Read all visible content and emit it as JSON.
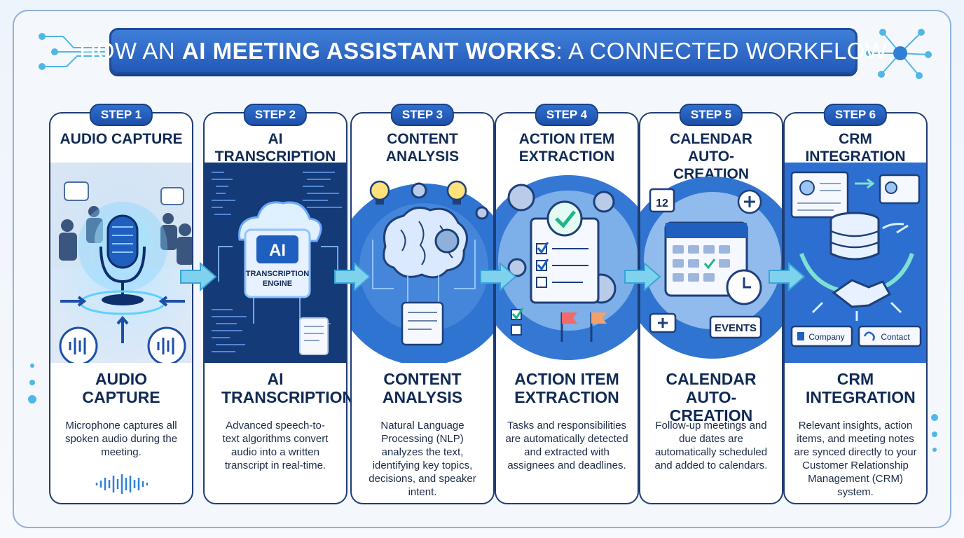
{
  "title": {
    "prefix": "HOW AN ",
    "emphasis": "AI MEETING ASSISTANT WORKS",
    "suffix": ": A CONNECTED WORKFLOW"
  },
  "colors": {
    "primary": "#2358b8",
    "dark": "#102a55",
    "accent": "#4fc3e8",
    "card_border": "#1f3d73"
  },
  "steps": [
    {
      "badge": "STEP 1",
      "top_title": "AUDIO CAPTURE",
      "bottom_title": "AUDIO CAPTURE",
      "description": "Microphone captures all spoken audio during the meeting.",
      "icon": "microphone-icon"
    },
    {
      "badge": "STEP 2",
      "top_title": "AI TRANSCRIPTION",
      "bottom_title": "AI TRANSCRIPTION",
      "description": "Advanced speech-to-text algorithms convert audio into a written transcript in real-time.",
      "icon": "ai-cloud-icon",
      "engine_ai": "AI",
      "engine_label_1": "TRANSCRIPTION",
      "engine_label_2": "ENGINE"
    },
    {
      "badge": "STEP 3",
      "top_title": "CONTENT ANALYSIS",
      "bottom_title": "CONTENT ANALYSIS",
      "description": "Natural Language Processing (NLP) analyzes the text, identifying key topics, decisions, and speaker intent.",
      "icon": "brain-icon"
    },
    {
      "badge": "STEP 4",
      "top_title": "ACTION ITEM EXTRACTION",
      "bottom_title": "ACTION ITEM EXTRACTION",
      "description": "Tasks and responsibilities are automatically detected and extracted with assignees and deadlines.",
      "icon": "checklist-icon"
    },
    {
      "badge": "STEP 5",
      "top_title": "CALENDAR AUTO-CREATION",
      "bottom_title": "CALENDAR AUTO-CREATION",
      "description": "Follow-up meetings and due dates are automatically scheduled and added to calendars.",
      "icon": "calendar-icon",
      "date_label": "12",
      "events_label": "EVENTS"
    },
    {
      "badge": "STEP 6",
      "top_title": "CRM INTEGRATION",
      "bottom_title": "CRM INTEGRATION",
      "description": "Relevant insights, action items, and meeting notes are synced directly to your Customer Relationship Management (CRM) system.",
      "icon": "database-icon",
      "company_label": "Company",
      "contact_label": "Contact"
    }
  ]
}
